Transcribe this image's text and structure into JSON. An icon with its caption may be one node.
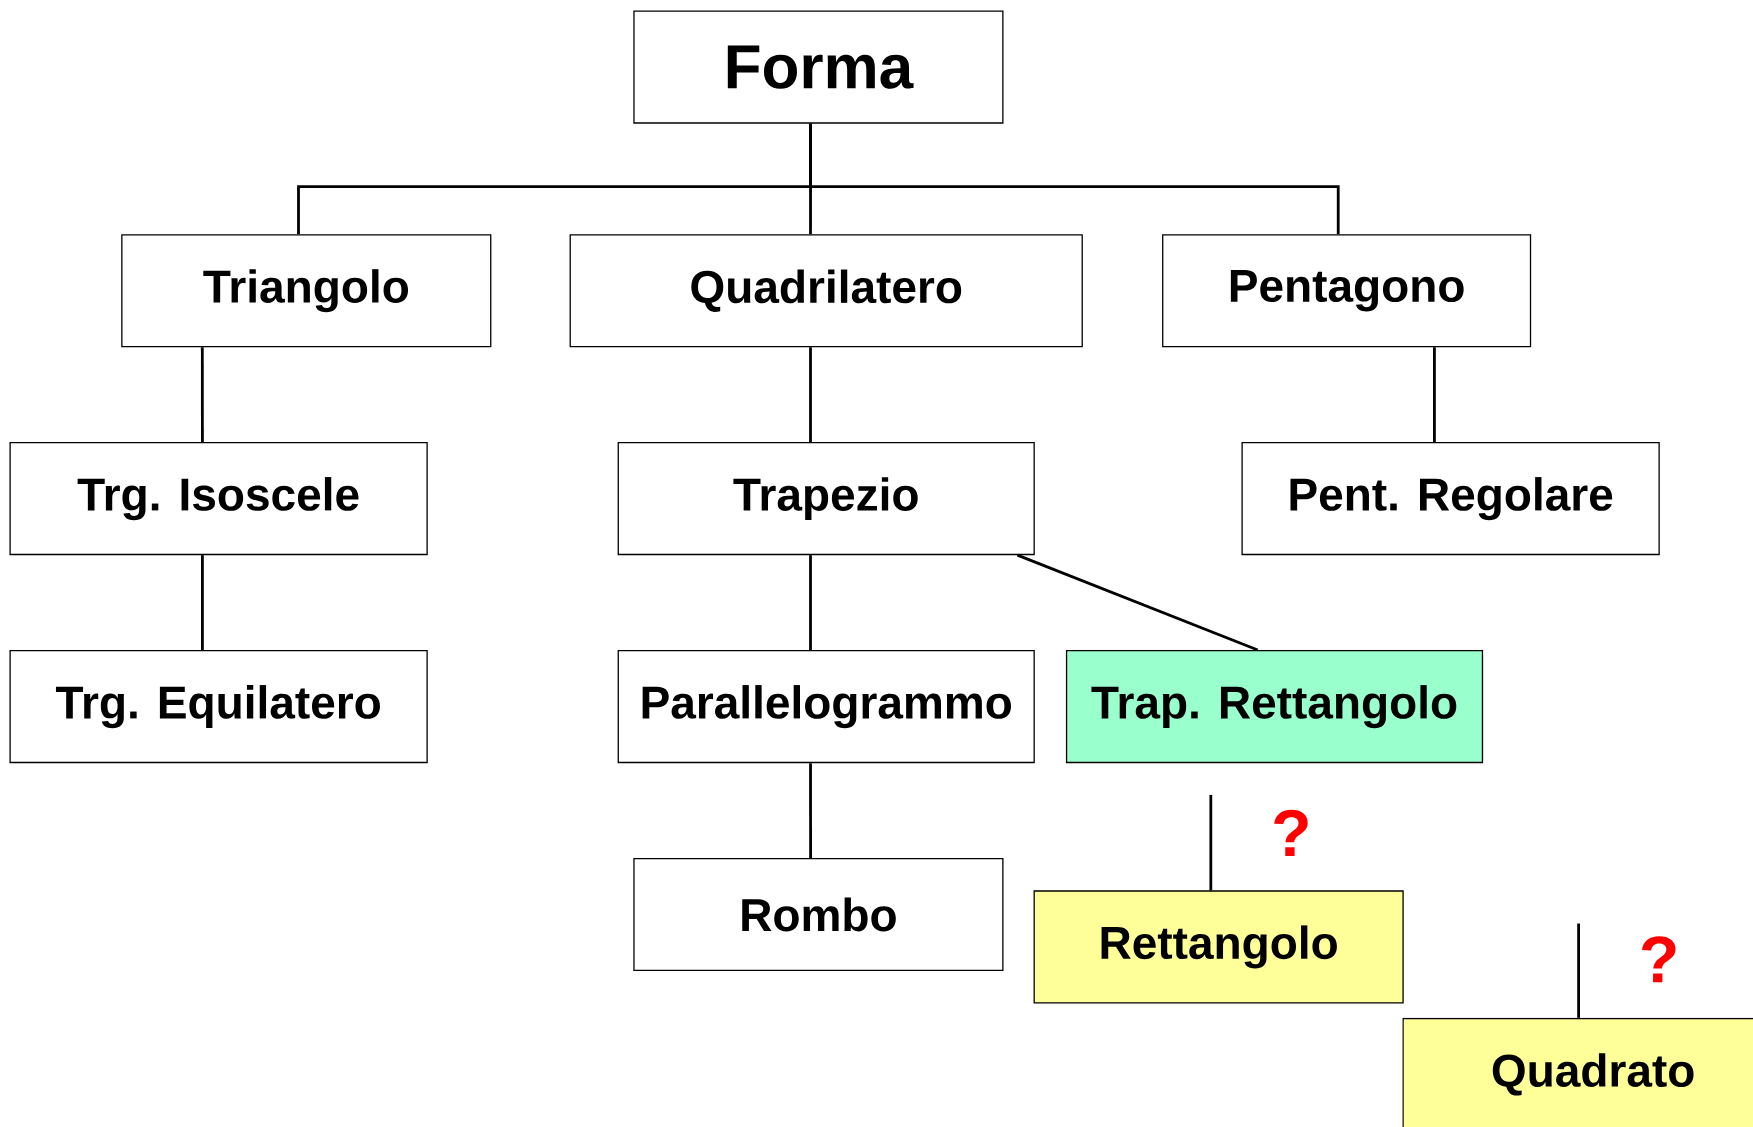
{
  "diagram": {
    "nodes": [
      {
        "text": [
          "Forma"
        ]
      },
      {
        "text": [
          "Triangolo"
        ]
      },
      {
        "text": [
          "Quadrilatero"
        ]
      },
      {
        "text": [
          "Pentagono"
        ]
      },
      {
        "text": [
          "Trg. Isoscele"
        ]
      },
      {
        "text": [
          "Trapezio"
        ]
      },
      {
        "text": [
          "Pent. Regolare"
        ]
      },
      {
        "text": [
          "Trg. Equilatero"
        ]
      },
      {
        "text": [
          "Parallelogrammo"
        ]
      },
      {
        "text": [
          "Trap. Rettangolo"
        ]
      },
      {
        "text": [
          "Rombo"
        ]
      },
      {
        "text": [
          "Rettangolo"
        ]
      },
      {
        "text": [
          "Quadrato"
        ]
      }
    ],
    "edges": [
      {
        "from": 0,
        "to": 1,
        "arrow": "none"
      },
      {
        "from": 0,
        "to": 2,
        "arrow": "none"
      },
      {
        "from": 0,
        "to": 3,
        "arrow": "none"
      },
      {
        "from": 1,
        "to": 4,
        "arrow": "none"
      },
      {
        "from": 4,
        "to": 7,
        "arrow": "none"
      },
      {
        "from": 2,
        "to": 5,
        "arrow": "none"
      },
      {
        "from": 5,
        "to": 8,
        "arrow": "none"
      },
      {
        "from": 8,
        "to": 10,
        "arrow": "none"
      },
      {
        "from": 5,
        "to": 9,
        "arrow": "none"
      },
      {
        "from": 3,
        "to": 6,
        "arrow": "none"
      },
      {
        "from": null,
        "to": 11,
        "arrow": "none"
      },
      {
        "from": null,
        "to": 12,
        "arrow": "none"
      }
    ],
    "labels": [
      "?",
      "?"
    ]
  }
}
